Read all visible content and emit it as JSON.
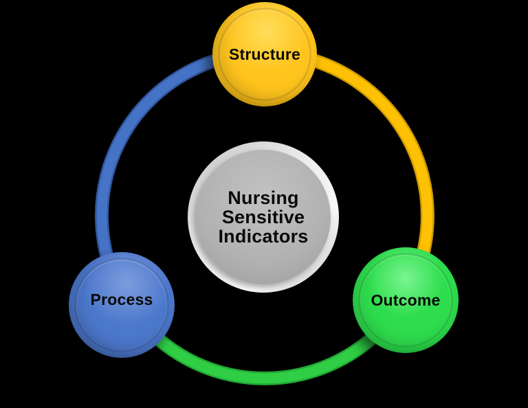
{
  "diagram": {
    "title": "Nursing Sensitive Indicators",
    "center": {
      "label_lines": [
        "Nursing",
        "Sensitive",
        "Indicators"
      ]
    },
    "nodes": [
      {
        "id": "structure",
        "label": "Structure"
      },
      {
        "id": "process",
        "label": "Process"
      },
      {
        "id": "outcome",
        "label": "Outcome"
      }
    ],
    "connections": [
      {
        "from": "structure",
        "to": "process",
        "color_name": "blue"
      },
      {
        "from": "structure",
        "to": "outcome",
        "color_name": "gold"
      },
      {
        "from": "outcome",
        "to": "process",
        "color_name": "green"
      }
    ]
  },
  "colors": {
    "background": "#000000",
    "text": "#0A0A0A",
    "structure": {
      "light": "#FFDE5C",
      "base": "#FFC41D",
      "dark": "#C28E00",
      "arc": "#FFC103",
      "arc_edge": "#D09B00"
    },
    "process": {
      "light": "#7E9CDE",
      "base": "#4C78CC",
      "dark": "#2E5097",
      "arc": "#4573C5",
      "arc_edge": "#31569E"
    },
    "outcome": {
      "light": "#7BF591",
      "base": "#2EDD4D",
      "dark": "#18A836",
      "arc": "#2FCE45",
      "arc_edge": "#22A734"
    },
    "center": {
      "fill": "#B1B1B1",
      "fill_light": "#C2C2C2",
      "fill_dark": "#9B9B9B",
      "rim": "#EDEDED",
      "rim2": "#C4C4C4"
    }
  }
}
